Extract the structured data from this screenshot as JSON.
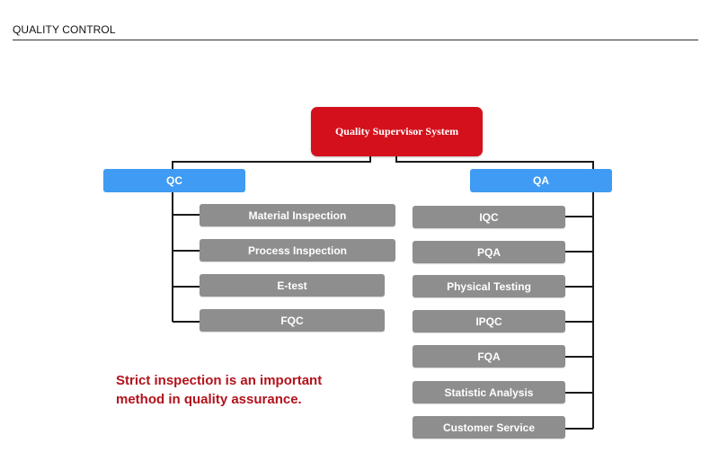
{
  "header": {
    "title": "QUALITY CONTROL"
  },
  "diagram": {
    "root": "Quality Supervisor System",
    "qc": {
      "label": "QC",
      "items": [
        "Material Inspection",
        "Process Inspection",
        "E-test",
        "FQC"
      ]
    },
    "qa": {
      "label": "QA",
      "items": [
        "IQC",
        "PQA",
        "Physical Testing",
        "IPQC",
        "FQA",
        "Statistic Analysis",
        "Customer Service"
      ]
    }
  },
  "note": {
    "line1": "Strict inspection is an important",
    "line2": "method in quality assurance."
  },
  "colors": {
    "root_bg": "#d4101c",
    "branch_bg": "#3f9bf3",
    "item_bg": "#8e8e8e",
    "note_text": "#b3121c"
  }
}
